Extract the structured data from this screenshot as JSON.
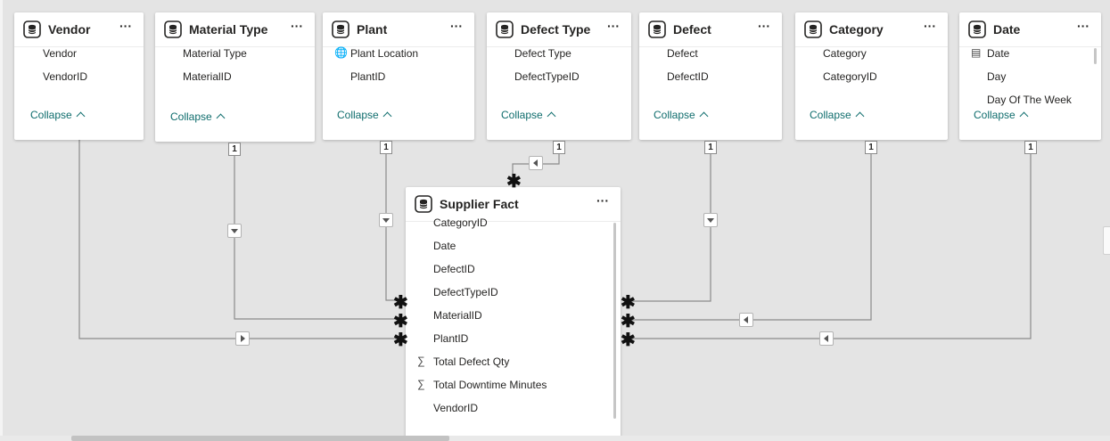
{
  "tables": [
    {
      "title": "Vendor",
      "fields": [
        {
          "name": "Vendor",
          "icon": ""
        },
        {
          "name": "VendorID",
          "icon": ""
        }
      ],
      "collapse_label": "Collapse"
    },
    {
      "title": "Material Type",
      "fields": [
        {
          "name": "Material Type",
          "icon": ""
        },
        {
          "name": "MaterialID",
          "icon": ""
        }
      ],
      "collapse_label": "Collapse"
    },
    {
      "title": "Plant",
      "fields": [
        {
          "name": "Plant Location",
          "icon": "globe-icon"
        },
        {
          "name": "PlantID",
          "icon": ""
        }
      ],
      "collapse_label": "Collapse"
    },
    {
      "title": "Defect Type",
      "fields": [
        {
          "name": "Defect Type",
          "icon": ""
        },
        {
          "name": "DefectTypeID",
          "icon": ""
        }
      ],
      "collapse_label": "Collapse"
    },
    {
      "title": "Defect",
      "fields": [
        {
          "name": "Defect",
          "icon": ""
        },
        {
          "name": "DefectID",
          "icon": ""
        }
      ],
      "collapse_label": "Collapse"
    },
    {
      "title": "Category",
      "fields": [
        {
          "name": "Category",
          "icon": ""
        },
        {
          "name": "CategoryID",
          "icon": ""
        }
      ],
      "collapse_label": "Collapse"
    },
    {
      "title": "Date",
      "fields": [
        {
          "name": "Date",
          "icon": "date-hierarchy-icon"
        },
        {
          "name": "Day",
          "icon": ""
        },
        {
          "name": "Day Of The Week",
          "icon": ""
        }
      ],
      "collapse_label": "Collapse"
    }
  ],
  "fact_table": {
    "title": "Supplier Fact",
    "fields": [
      {
        "name": "CategoryID",
        "icon": ""
      },
      {
        "name": "Date",
        "icon": ""
      },
      {
        "name": "DefectID",
        "icon": ""
      },
      {
        "name": "DefectTypeID",
        "icon": ""
      },
      {
        "name": "MaterialID",
        "icon": ""
      },
      {
        "name": "PlantID",
        "icon": ""
      },
      {
        "name": "Total Defect Qty",
        "icon": "sigma-icon"
      },
      {
        "name": "Total Downtime Minutes",
        "icon": "sigma-icon"
      },
      {
        "name": "VendorID",
        "icon": ""
      }
    ]
  },
  "more_label": "···",
  "cardinality": {
    "one": "1",
    "many": "✱"
  },
  "colors": {
    "canvas": "#e4e4e4",
    "card": "#ffffff",
    "line": "#8a8a8a",
    "collapse_link": "#0f6d6d"
  },
  "icons": {
    "table": "table-icon",
    "globe-icon": "🌐",
    "date-hierarchy-icon": "▤",
    "sigma-icon": "∑"
  }
}
